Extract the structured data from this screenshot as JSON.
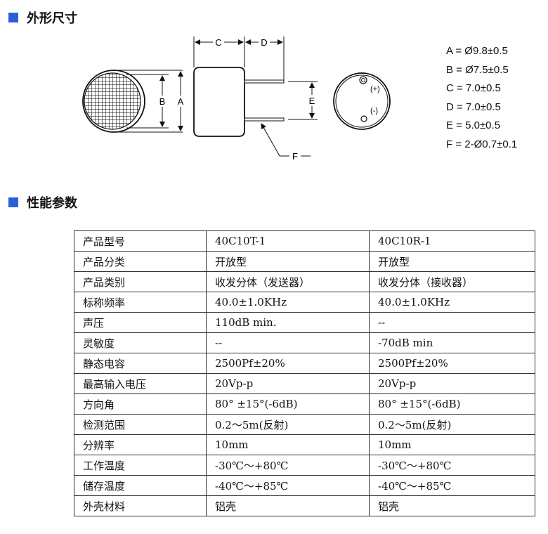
{
  "sections": {
    "dimensions_title": "外形尺寸",
    "performance_title": "性能参数"
  },
  "drawing": {
    "label_a": "A",
    "label_b": "B",
    "label_c": "C",
    "label_d": "D",
    "label_e": "E",
    "label_f": "F",
    "plus": "(+)",
    "minus": "(-)"
  },
  "dimensions": [
    "A = Ø9.8±0.5",
    "B = Ø7.5±0.5",
    "C = 7.0±0.5",
    "D = 7.0±0.5",
    "E = 5.0±0.5",
    "F = 2-Ø0.7±0.1"
  ],
  "table": {
    "rows": [
      [
        "产品型号",
        "40C10T-1",
        "40C10R-1"
      ],
      [
        "产品分类",
        "开放型",
        "开放型"
      ],
      [
        "产品类别",
        "收发分体（发送器）",
        "收发分体（接收器）"
      ],
      [
        "标称频率",
        "40.0±1.0KHz",
        "40.0±1.0KHz"
      ],
      [
        "声压",
        "110dB min.",
        "--"
      ],
      [
        "灵敏度",
        "--",
        "-70dB min"
      ],
      [
        "静态电容",
        "2500Pf±20%",
        "2500Pf±20%"
      ],
      [
        "最高输入电压",
        "20Vp-p",
        "20Vp-p"
      ],
      [
        "方向角",
        "80° ±15°(-6dB)",
        "80° ±15°(-6dB)"
      ],
      [
        "检测范围",
        "0.2～5m(反射)",
        "0.2～5m(反射)"
      ],
      [
        "分辨率",
        "10mm",
        "10mm"
      ],
      [
        "工作温度",
        "-30℃～+80℃",
        "-30℃～+80℃"
      ],
      [
        "储存温度",
        "-40℃～+85℃",
        "-40℃～+85℃"
      ],
      [
        "外壳材料",
        "铝壳",
        "铝壳"
      ]
    ]
  },
  "colors": {
    "accent": "#2b5fd9"
  }
}
